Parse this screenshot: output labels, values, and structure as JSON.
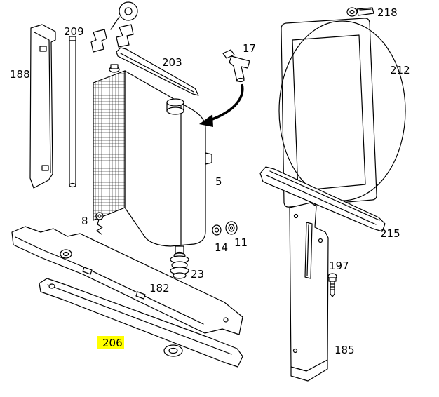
{
  "diagram": {
    "kind": "exploded-parts-diagram",
    "background_color": "#ffffff",
    "line_color": "#000000",
    "highlight_color": "#ffff00",
    "highlighted_part_number": "206",
    "parts": {
      "left_side_panel": {
        "number": "188"
      },
      "filler_tube": {
        "number": "209"
      },
      "upper_trim_strip": {
        "number": "203"
      },
      "vent_hose": {
        "number": "17"
      },
      "hose_clamp": {
        "number": "218"
      },
      "fan_shroud": {
        "number": "212"
      },
      "radiator": {
        "number": "5"
      },
      "drain_clip": {
        "number": "8"
      },
      "washer": {
        "number": "14"
      },
      "grommet": {
        "number": "11"
      },
      "rubber_mount": {
        "number": "23"
      },
      "front_crossmember": {
        "number": "182"
      },
      "lower_trim_strip": {
        "number": "206",
        "highlighted": true
      },
      "lower_rail": {
        "number": "215"
      },
      "screw": {
        "number": "197"
      },
      "right_side_panel": {
        "number": "185"
      }
    }
  }
}
